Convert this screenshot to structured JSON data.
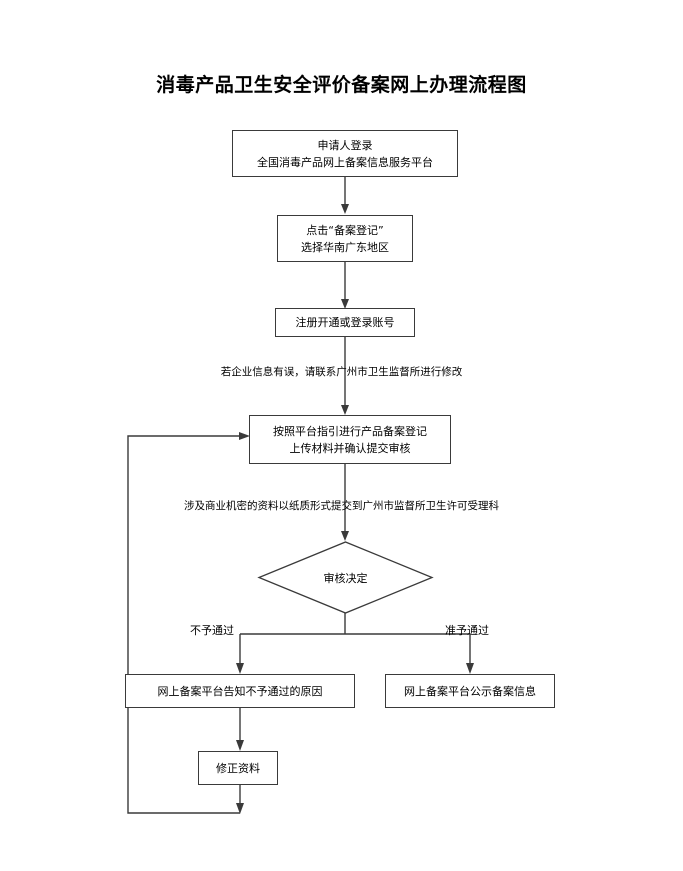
{
  "title": "消毒产品卫生安全评价备案网上办理流程图",
  "chart_data": {
    "type": "flowchart",
    "title": "消毒产品卫生安全评价备案网上办理流程图",
    "orientation": "top-to-bottom",
    "nodes": [
      {
        "id": "n1",
        "shape": "rectangle",
        "lines": [
          "申请人登录",
          "全国消毒产品网上备案信息服务平台"
        ]
      },
      {
        "id": "n2",
        "shape": "rectangle",
        "lines": [
          "点击“备案登记”",
          "选择华南广东地区"
        ]
      },
      {
        "id": "n3",
        "shape": "rectangle",
        "lines": [
          "注册开通或登录账号"
        ]
      },
      {
        "id": "n4",
        "shape": "rectangle",
        "lines": [
          "按照平台指引进行产品备案登记",
          "上传材料并确认提交审核"
        ]
      },
      {
        "id": "d1",
        "shape": "diamond",
        "lines": [
          "审核决定"
        ]
      },
      {
        "id": "n5",
        "shape": "rectangle",
        "lines": [
          "网上备案平台告知不予通过的原因"
        ]
      },
      {
        "id": "n6",
        "shape": "rectangle",
        "lines": [
          "网上备案平台公示备案信息"
        ]
      },
      {
        "id": "n7",
        "shape": "rectangle",
        "lines": [
          "修正资料"
        ]
      }
    ],
    "notes": [
      {
        "id": "note1",
        "text": "若企业信息有误，请联系广州市卫生监督所进行修改"
      },
      {
        "id": "note2",
        "text": "涉及商业机密的资料以纸质形式提交到广州市监督所卫生许可受理科"
      }
    ],
    "edges": [
      {
        "from": "n1",
        "to": "n2",
        "label": ""
      },
      {
        "from": "n2",
        "to": "n3",
        "label": ""
      },
      {
        "from": "n3",
        "to": "n4",
        "label": ""
      },
      {
        "from": "n4",
        "to": "d1",
        "label": ""
      },
      {
        "from": "d1",
        "to": "n5",
        "label": "不予通过"
      },
      {
        "from": "d1",
        "to": "n6",
        "label": "准予通过"
      },
      {
        "from": "n5",
        "to": "n7",
        "label": ""
      },
      {
        "from": "n7",
        "to": "n4",
        "label": "",
        "type": "feedback-loop"
      }
    ],
    "branch_labels": [
      "不予通过",
      "准予通过"
    ],
    "colors": {
      "stroke": "#3a3a3a",
      "text": "#000000",
      "background": "#ffffff"
    }
  },
  "nodes": {
    "n1": {
      "line1": "申请人登录",
      "line2": "全国消毒产品网上备案信息服务平台"
    },
    "n2": {
      "line1": "点击“备案登记”",
      "line2": "选择华南广东地区"
    },
    "n3": {
      "line1": "注册开通或登录账号"
    },
    "n4": {
      "line1": "按照平台指引进行产品备案登记",
      "line2": "上传材料并确认提交审核"
    },
    "d1": {
      "line1": "审核决定"
    },
    "n5": {
      "line1": "网上备案平台告知不予通过的原因"
    },
    "n6": {
      "line1": "网上备案平台公示备案信息"
    },
    "n7": {
      "line1": "修正资料"
    }
  },
  "notes": {
    "note1": "若企业信息有误，请联系广州市卫生监督所进行修改",
    "note2": "涉及商业机密的资料以纸质形式提交到广州市监督所卫生许可受理科"
  },
  "labels": {
    "reject": "不予通过",
    "approve": "准予通过"
  }
}
